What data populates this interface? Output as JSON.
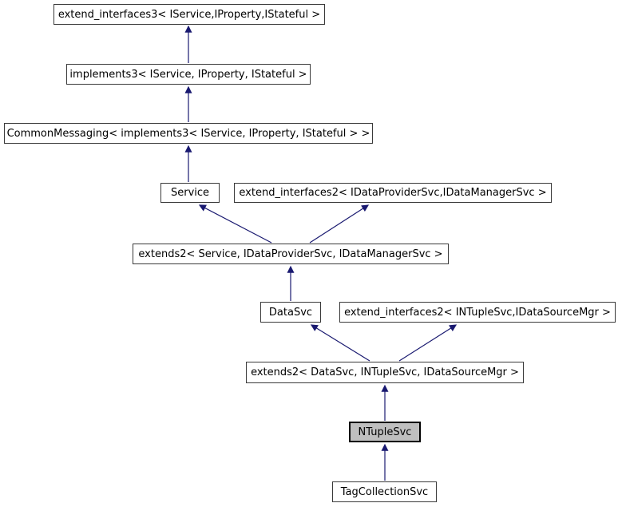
{
  "diagram": {
    "type": "inheritance-graph",
    "background_color": "#ffffff",
    "edge_color": "#191970",
    "node_border_color": "#3a3a3a",
    "highlighted_node_fill": "#bfbfbf",
    "highlighted_node_border": "#000000",
    "nodes": [
      {
        "id": "extend_interfaces3",
        "label": "extend_interfaces3< IService,IProperty,IStateful >",
        "highlighted": false
      },
      {
        "id": "implements3",
        "label": "implements3< IService, IProperty, IStateful >",
        "highlighted": false
      },
      {
        "id": "common_messaging",
        "label": "CommonMessaging< implements3< IService, IProperty, IStateful > >",
        "highlighted": false
      },
      {
        "id": "service",
        "label": "Service",
        "highlighted": false
      },
      {
        "id": "extend_interfaces2_data",
        "label": "extend_interfaces2< IDataProviderSvc,IDataManagerSvc >",
        "highlighted": false
      },
      {
        "id": "extends2_service",
        "label": "extends2< Service, IDataProviderSvc, IDataManagerSvc >",
        "highlighted": false
      },
      {
        "id": "datasvc",
        "label": "DataSvc",
        "highlighted": false
      },
      {
        "id": "extend_interfaces2_ntuple",
        "label": "extend_interfaces2< INTupleSvc,IDataSourceMgr >",
        "highlighted": false
      },
      {
        "id": "extends2_datasvc",
        "label": "extends2< DataSvc, INTupleSvc, IDataSourceMgr >",
        "highlighted": false
      },
      {
        "id": "ntuplesvc",
        "label": "NTupleSvc",
        "highlighted": true
      },
      {
        "id": "tagcollectionsvc",
        "label": "TagCollectionSvc",
        "highlighted": false
      }
    ],
    "edges": [
      {
        "from": "implements3",
        "to": "extend_interfaces3"
      },
      {
        "from": "common_messaging",
        "to": "implements3"
      },
      {
        "from": "service",
        "to": "common_messaging"
      },
      {
        "from": "extends2_service",
        "to": "service"
      },
      {
        "from": "extends2_service",
        "to": "extend_interfaces2_data"
      },
      {
        "from": "datasvc",
        "to": "extends2_service"
      },
      {
        "from": "extends2_datasvc",
        "to": "datasvc"
      },
      {
        "from": "extends2_datasvc",
        "to": "extend_interfaces2_ntuple"
      },
      {
        "from": "ntuplesvc",
        "to": "extends2_datasvc"
      },
      {
        "from": "tagcollectionsvc",
        "to": "ntuplesvc"
      }
    ]
  }
}
